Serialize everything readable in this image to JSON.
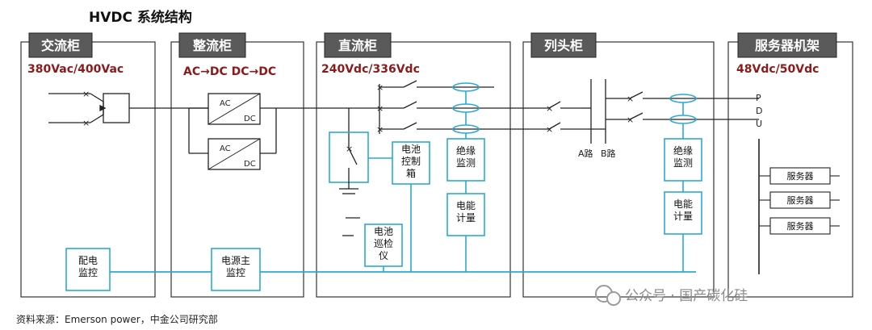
{
  "title": "HVDC 系统结构",
  "source": "资料来源：Emerson power，中金公司研究部",
  "watermark": "公众号 · 国产碳化硅",
  "colors": {
    "line": "#2aa9d6",
    "header_bg": "#5a5a5a",
    "voltage": "#8b1a1a",
    "border": "#333333"
  },
  "cabinets": [
    {
      "label": "交流柜",
      "voltage": "380Vac/400Vac"
    },
    {
      "label": "整流柜",
      "voltage": "AC→DC DC→DC"
    },
    {
      "label": "直流柜",
      "voltage": "240Vdc/336Vdc"
    },
    {
      "label": "列头柜",
      "voltage": ""
    },
    {
      "label": "服务器机架",
      "voltage": "48Vdc/50Vdc"
    }
  ],
  "converters": [
    {
      "in": "AC",
      "out": "DC"
    },
    {
      "in": "AC",
      "out": "DC"
    }
  ],
  "modules": {
    "distribution_monitor": "配电监控",
    "power_main_monitor": "电源主监控",
    "battery_control_box": "电池控制箱",
    "battery_inspector": "电池巡检仪",
    "insulation_monitor": "绝缘监测",
    "energy_meter": "电能计量"
  },
  "paths": {
    "a": "A路",
    "b": "B路"
  },
  "pdu": [
    "P",
    "D",
    "U"
  ],
  "servers": [
    "服务器",
    "服务器",
    "服务器"
  ]
}
